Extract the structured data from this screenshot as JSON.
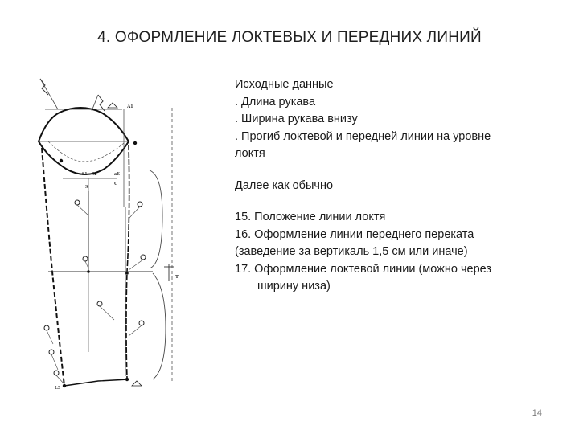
{
  "slide": {
    "title": "4. ОФОРМЛЕНИЕ ЛОКТЕВЫХ И ПЕРЕДНИХ ЛИНИЙ",
    "page_number": "14"
  },
  "text": {
    "initial_heading": "Исходные данные",
    "initial_items": [
      ". Длина рукава",
      ". Ширина рукава внизу",
      ". Прогиб локтевой и передней линии на уровне",
      "локтя"
    ],
    "continue_note": "Далее как обычно",
    "steps": [
      "15. Положение линии локтя",
      "16. Оформление линии переднего переката",
      "(заведение за вертикаль 1,5 см или иначе)",
      "17. Оформление локтевой линии (можно через",
      "ширину низа)"
    ]
  },
  "drawing_labels": {
    "a1": "A1",
    "s1": "S1",
    "s2": "S2",
    "s": "S",
    "c": "C",
    "ae": "aE",
    "l3": "L3",
    "t": "T"
  }
}
